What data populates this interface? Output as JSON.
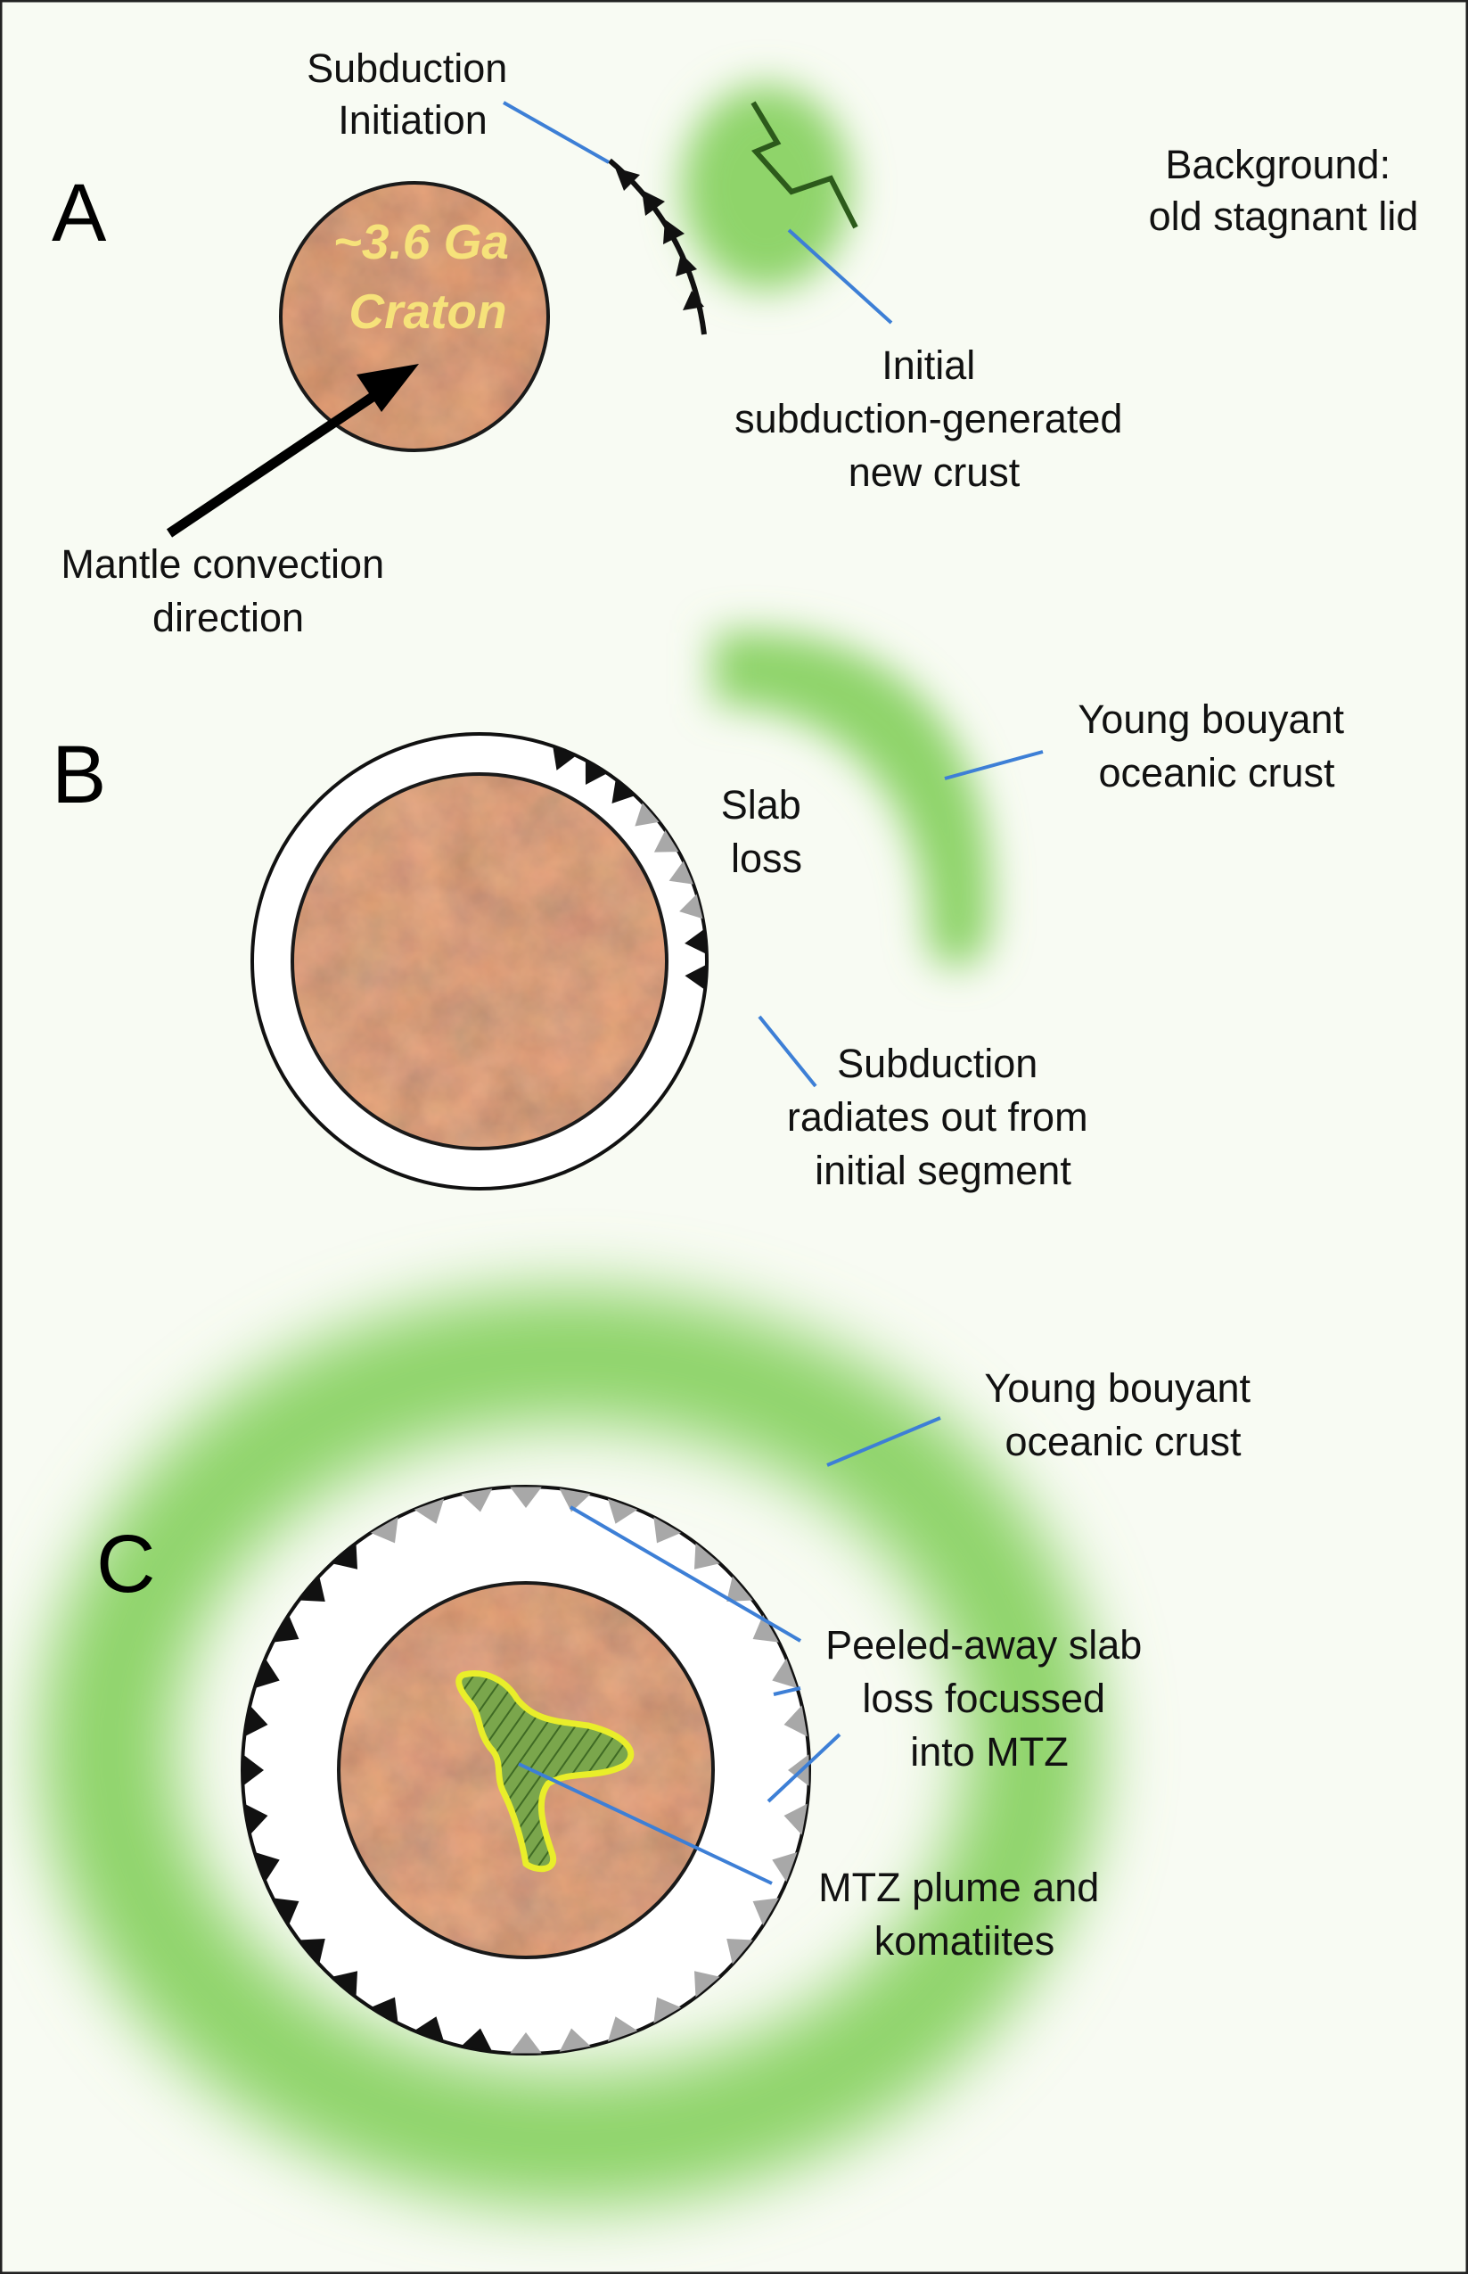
{
  "colors": {
    "background": "#f8fbf3",
    "border": "#222222",
    "green_crust": "#8fd46a",
    "leader_line": "#3d7fd6",
    "craton": "#b8714a",
    "trench_black": "#111111",
    "trench_gray": "#a8a8a8",
    "plume_fill": "#6f9c46",
    "plume_outline": "#e9ee2a",
    "craton_text": "#f6e27a"
  },
  "panels": {
    "a": {
      "letter": "A",
      "subduction_initiation": [
        "Subduction",
        "Initiation"
      ],
      "background_label": [
        "Background:",
        "old stagnant lid"
      ],
      "craton_label": [
        "~3.6 Ga",
        "Craton"
      ],
      "new_crust": [
        "Initial",
        "subduction-generated",
        "new crust"
      ],
      "mantle_convection": [
        "Mantle convection",
        "direction"
      ]
    },
    "b": {
      "letter": "B",
      "slab_loss": [
        "Slab",
        "loss"
      ],
      "young_crust": [
        "Young bouyant",
        "oceanic crust"
      ],
      "radiates": [
        "Subduction",
        "radiates out from",
        "initial segment"
      ]
    },
    "c": {
      "letter": "C",
      "young_crust": [
        "Young bouyant",
        "oceanic crust"
      ],
      "peeled": [
        "Peeled-away slab",
        "loss focussed",
        "into MTZ"
      ],
      "plume": [
        "MTZ plume and",
        "komatiites"
      ]
    }
  }
}
